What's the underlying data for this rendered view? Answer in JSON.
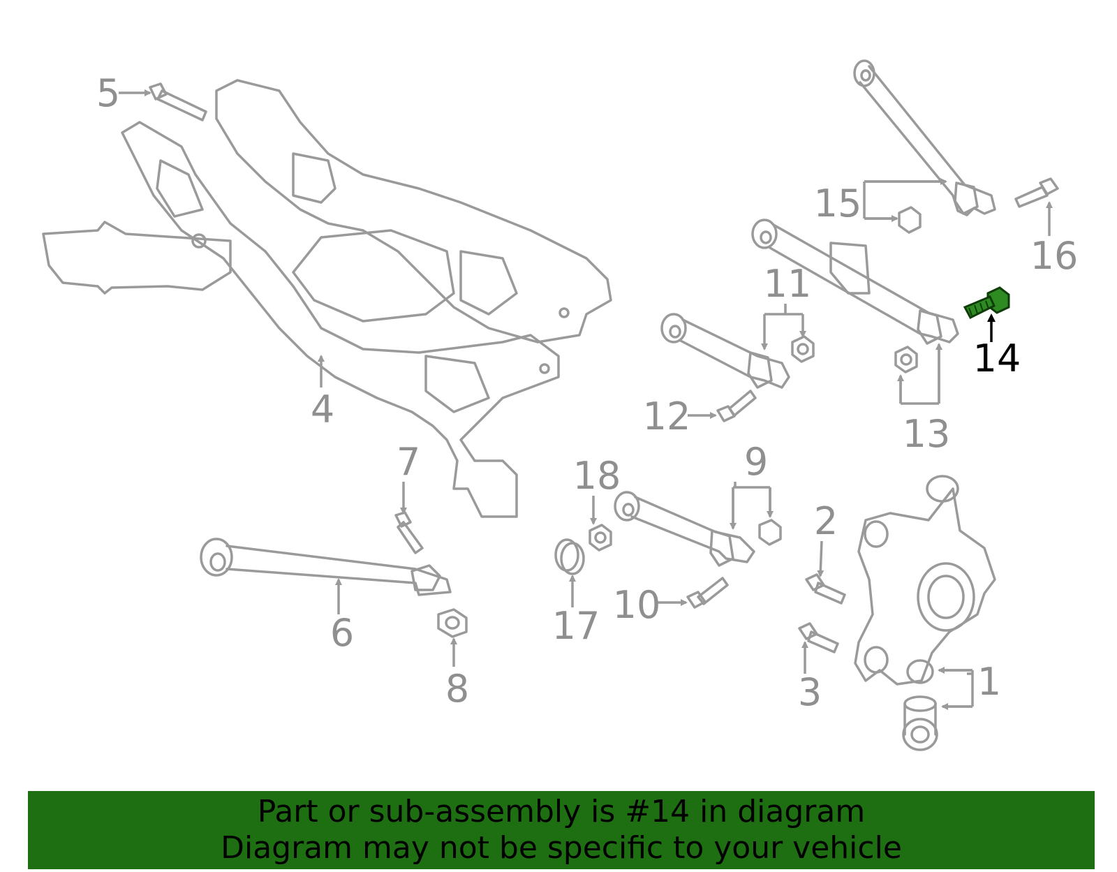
{
  "callouts": [
    {
      "id": "1",
      "label": "1"
    },
    {
      "id": "2",
      "label": "2"
    },
    {
      "id": "3",
      "label": "3"
    },
    {
      "id": "4",
      "label": "4"
    },
    {
      "id": "5",
      "label": "5"
    },
    {
      "id": "6",
      "label": "6"
    },
    {
      "id": "7",
      "label": "7"
    },
    {
      "id": "8",
      "label": "8"
    },
    {
      "id": "9",
      "label": "9"
    },
    {
      "id": "10",
      "label": "10"
    },
    {
      "id": "11",
      "label": "11"
    },
    {
      "id": "12",
      "label": "12"
    },
    {
      "id": "13",
      "label": "13"
    },
    {
      "id": "14",
      "label": "14",
      "highlighted": true
    },
    {
      "id": "15",
      "label": "15"
    },
    {
      "id": "16",
      "label": "16"
    },
    {
      "id": "17",
      "label": "17"
    },
    {
      "id": "18",
      "label": "18"
    }
  ],
  "colors": {
    "part_outline": "#9a9a9a",
    "label": "#8f8f8f",
    "highlighted_part": "#2e8b22",
    "highlighted_label": "#000000",
    "banner_background": "#1e6e12",
    "banner_text": "#000000"
  },
  "banner": {
    "line1": "Part or sub-assembly is #14 in diagram",
    "line2": "Diagram may not be specific to your vehicle"
  }
}
